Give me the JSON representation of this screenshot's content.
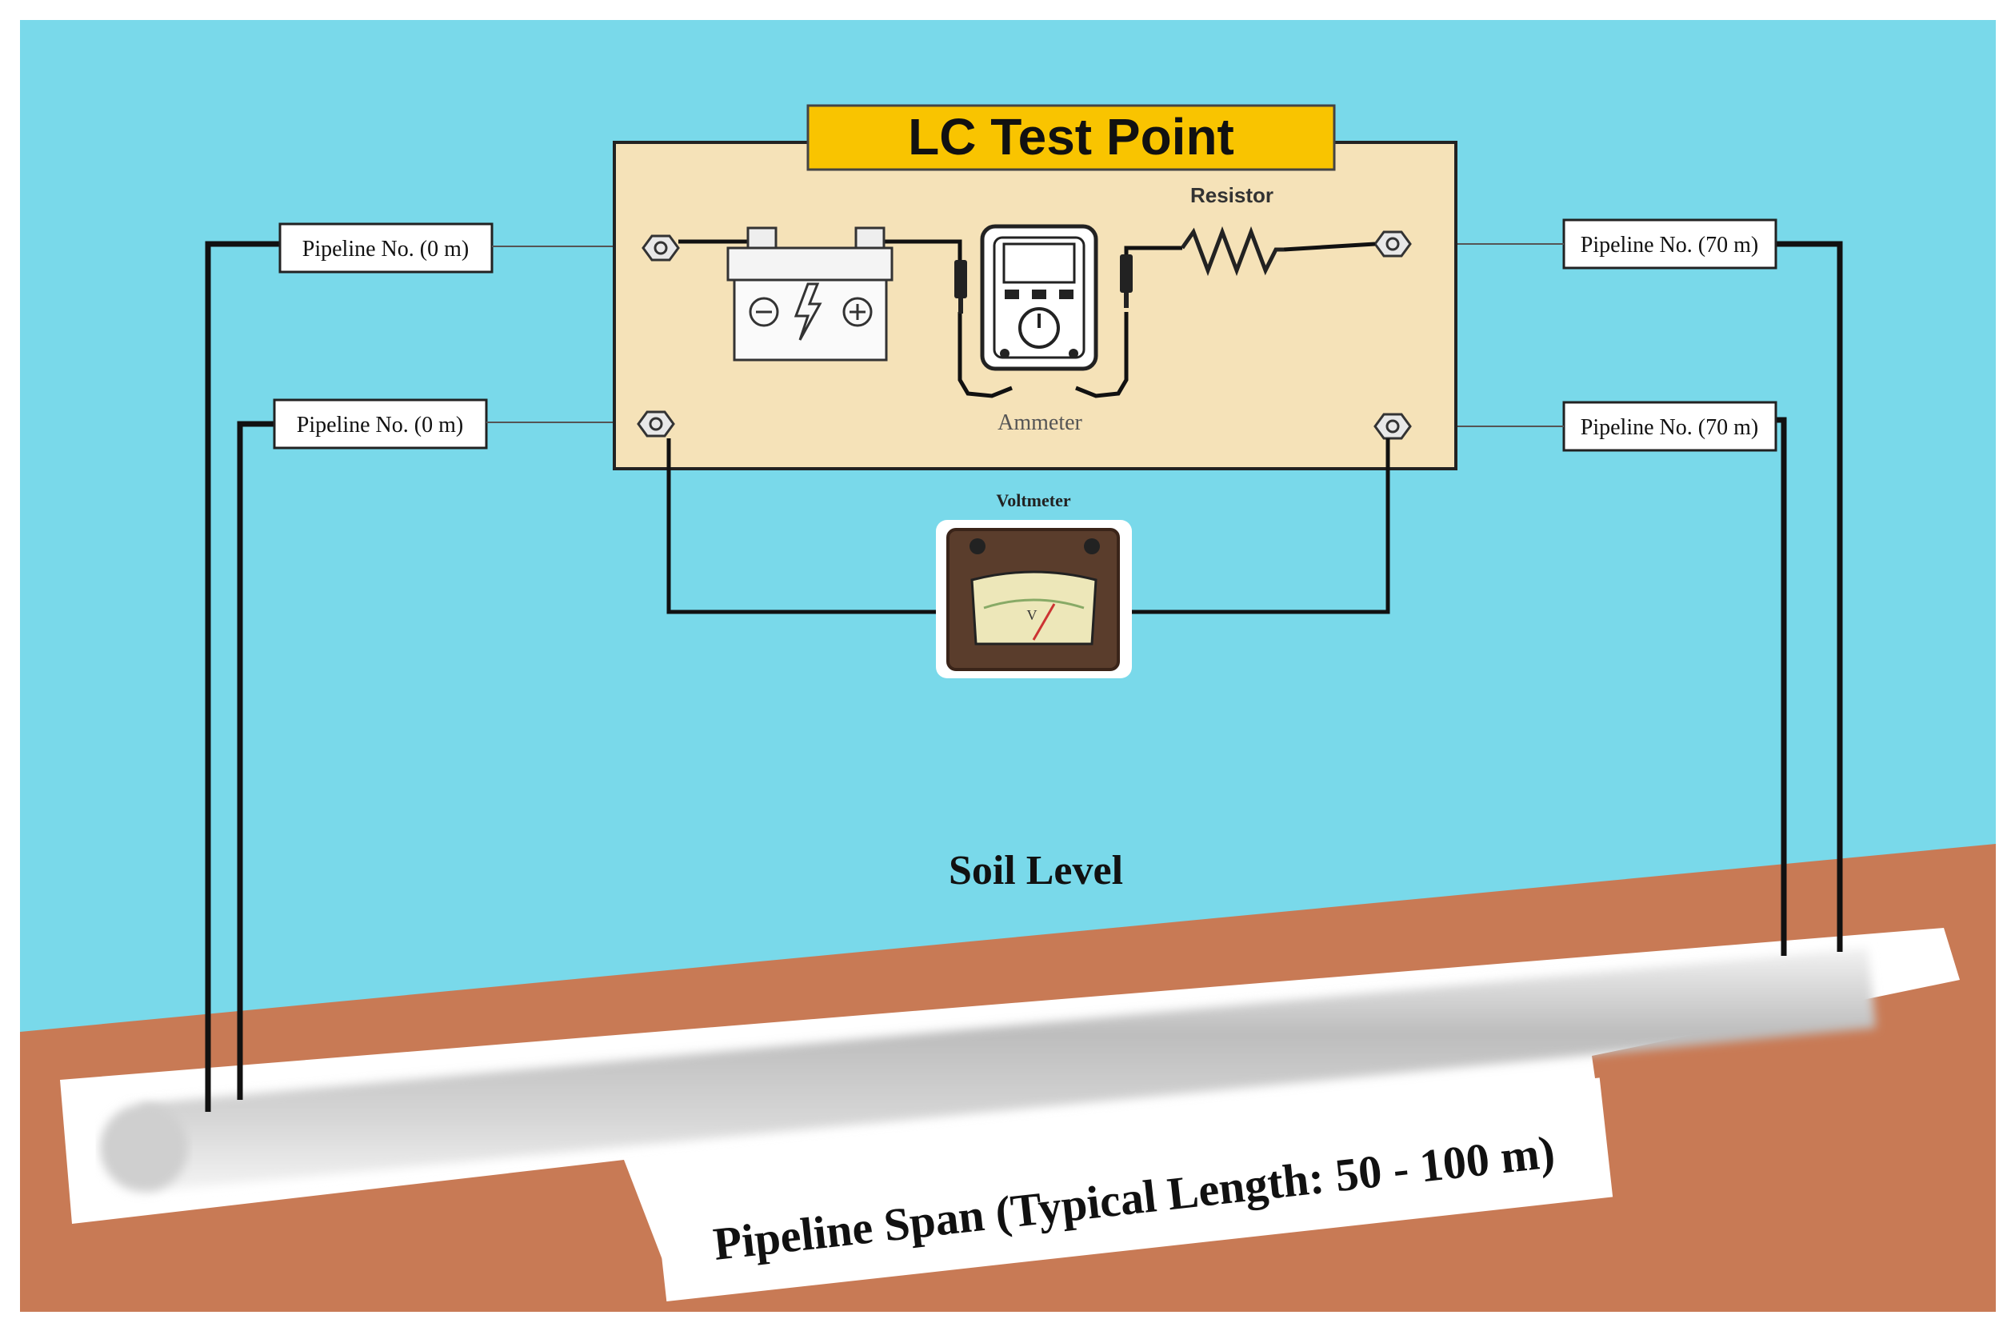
{
  "title": "LC Test Point",
  "labels": {
    "resistor": "Resistor",
    "ammeter": "Ammeter",
    "voltmeter": "Voltmeter",
    "soil_level": "Soil Level",
    "pipeline_span": "Pipeline Span (Typical Length: 50 - 100 m)"
  },
  "terminal_labels": {
    "left_top": "Pipeline No. (0 m)",
    "left_bottom": "Pipeline No. (0 m)",
    "right_top": "Pipeline No. (70 m)",
    "right_bottom": "Pipeline No. (70 m)"
  },
  "icons": {
    "battery": "battery-icon",
    "multimeter": "multimeter-icon",
    "resistor": "resistor-icon",
    "voltmeter": "voltmeter-icon"
  },
  "colors": {
    "sky": "#79d9ea",
    "soil": "#c87a55",
    "panel": "#f5e2b8",
    "title_bg": "#f9c400",
    "wire": "#111111",
    "pipe": "#c9c9c9"
  }
}
